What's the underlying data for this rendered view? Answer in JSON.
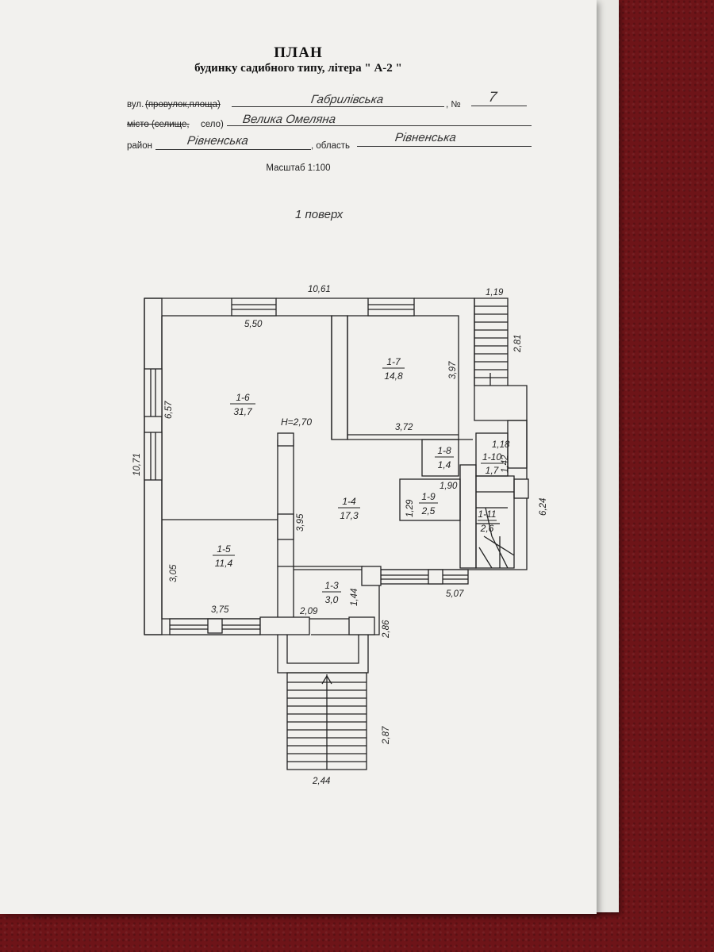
{
  "header": {
    "title": "ПЛАН",
    "subtitle": "будинку садибного типу, літера \" А-2 \"",
    "street_label": "вул.",
    "street_struck": "(провулок,площа)",
    "street_value": "Габрилівська",
    "number_label": ", №",
    "number_value": "7",
    "city_struck": "місто (селище,",
    "city_label": "село)",
    "city_value": "Велика Омеляна",
    "district_label": "район",
    "district_value": "Рівненська",
    "region_label": ", область",
    "region_value": "Рівненська",
    "scale": "Масштаб 1:100",
    "floor": "1 поверх"
  },
  "height_label": "H=2,70",
  "rooms": [
    {
      "id": "1-6",
      "area": "31,7"
    },
    {
      "id": "1-7",
      "area": "14,8"
    },
    {
      "id": "1-8",
      "area": "1,4"
    },
    {
      "id": "1-9",
      "area": "2,5"
    },
    {
      "id": "1-10",
      "area": "1,7"
    },
    {
      "id": "1-11",
      "area": "2,6"
    },
    {
      "id": "1-4",
      "area": "17,3"
    },
    {
      "id": "1-5",
      "area": "11,4"
    },
    {
      "id": "1-3",
      "area": "3,0"
    }
  ],
  "dimensions": {
    "total_width": "10,61",
    "top_room_width": "5,50",
    "left_room_height": "6,57",
    "total_height": "10,71",
    "r17_height": "3,97",
    "r17_width": "3,72",
    "stair_width": "1,19",
    "stair_length": "2,81",
    "r18_width": "1,90",
    "r19_height": "1,29",
    "r110_width": "1,18",
    "r110_height": "1,42",
    "right_height": "6,24",
    "hall_height": "3,95",
    "r15_height": "3,05",
    "r15_width": "3,75",
    "vest_width": "2,09",
    "vest_height": "1,44",
    "porch_height": "2,86",
    "right_bottom_width": "5,07",
    "steps_length": "2,87",
    "steps_width": "2,44"
  }
}
